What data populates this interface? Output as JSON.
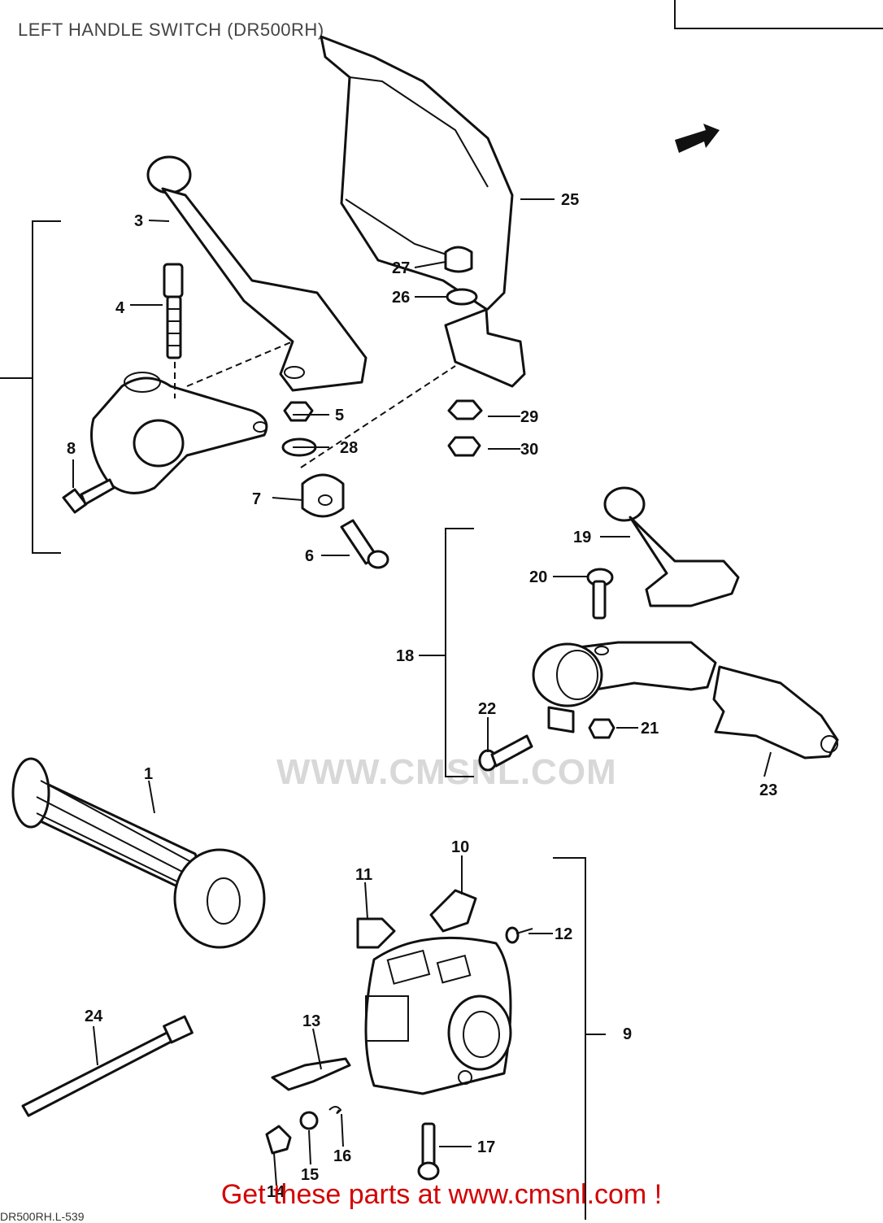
{
  "title": "LEFT HANDLE SWITCH (DR500RH)",
  "watermark": "WWW.CMSNL.COM",
  "footer": "Get these parts at www.cmsnl.com !",
  "diagram_code": "DR500RH.L-539",
  "labels": {
    "p1": "1",
    "p3": "3",
    "p4": "4",
    "p5": "5",
    "p6": "6",
    "p7": "7",
    "p8": "8",
    "p9": "9",
    "p10": "10",
    "p11": "11",
    "p12": "12",
    "p13": "13",
    "p14": "14",
    "p15": "15",
    "p16": "16",
    "p17": "17",
    "p18": "18",
    "p19": "19",
    "p20": "20",
    "p21": "21",
    "p22": "22",
    "p23": "23",
    "p24": "24",
    "p25": "25",
    "p26": "26",
    "p27": "27",
    "p28": "28",
    "p29": "29",
    "p30": "30"
  },
  "colors": {
    "footer": "#d40000",
    "lines": "#111111",
    "watermark": "#d8d8d8"
  }
}
